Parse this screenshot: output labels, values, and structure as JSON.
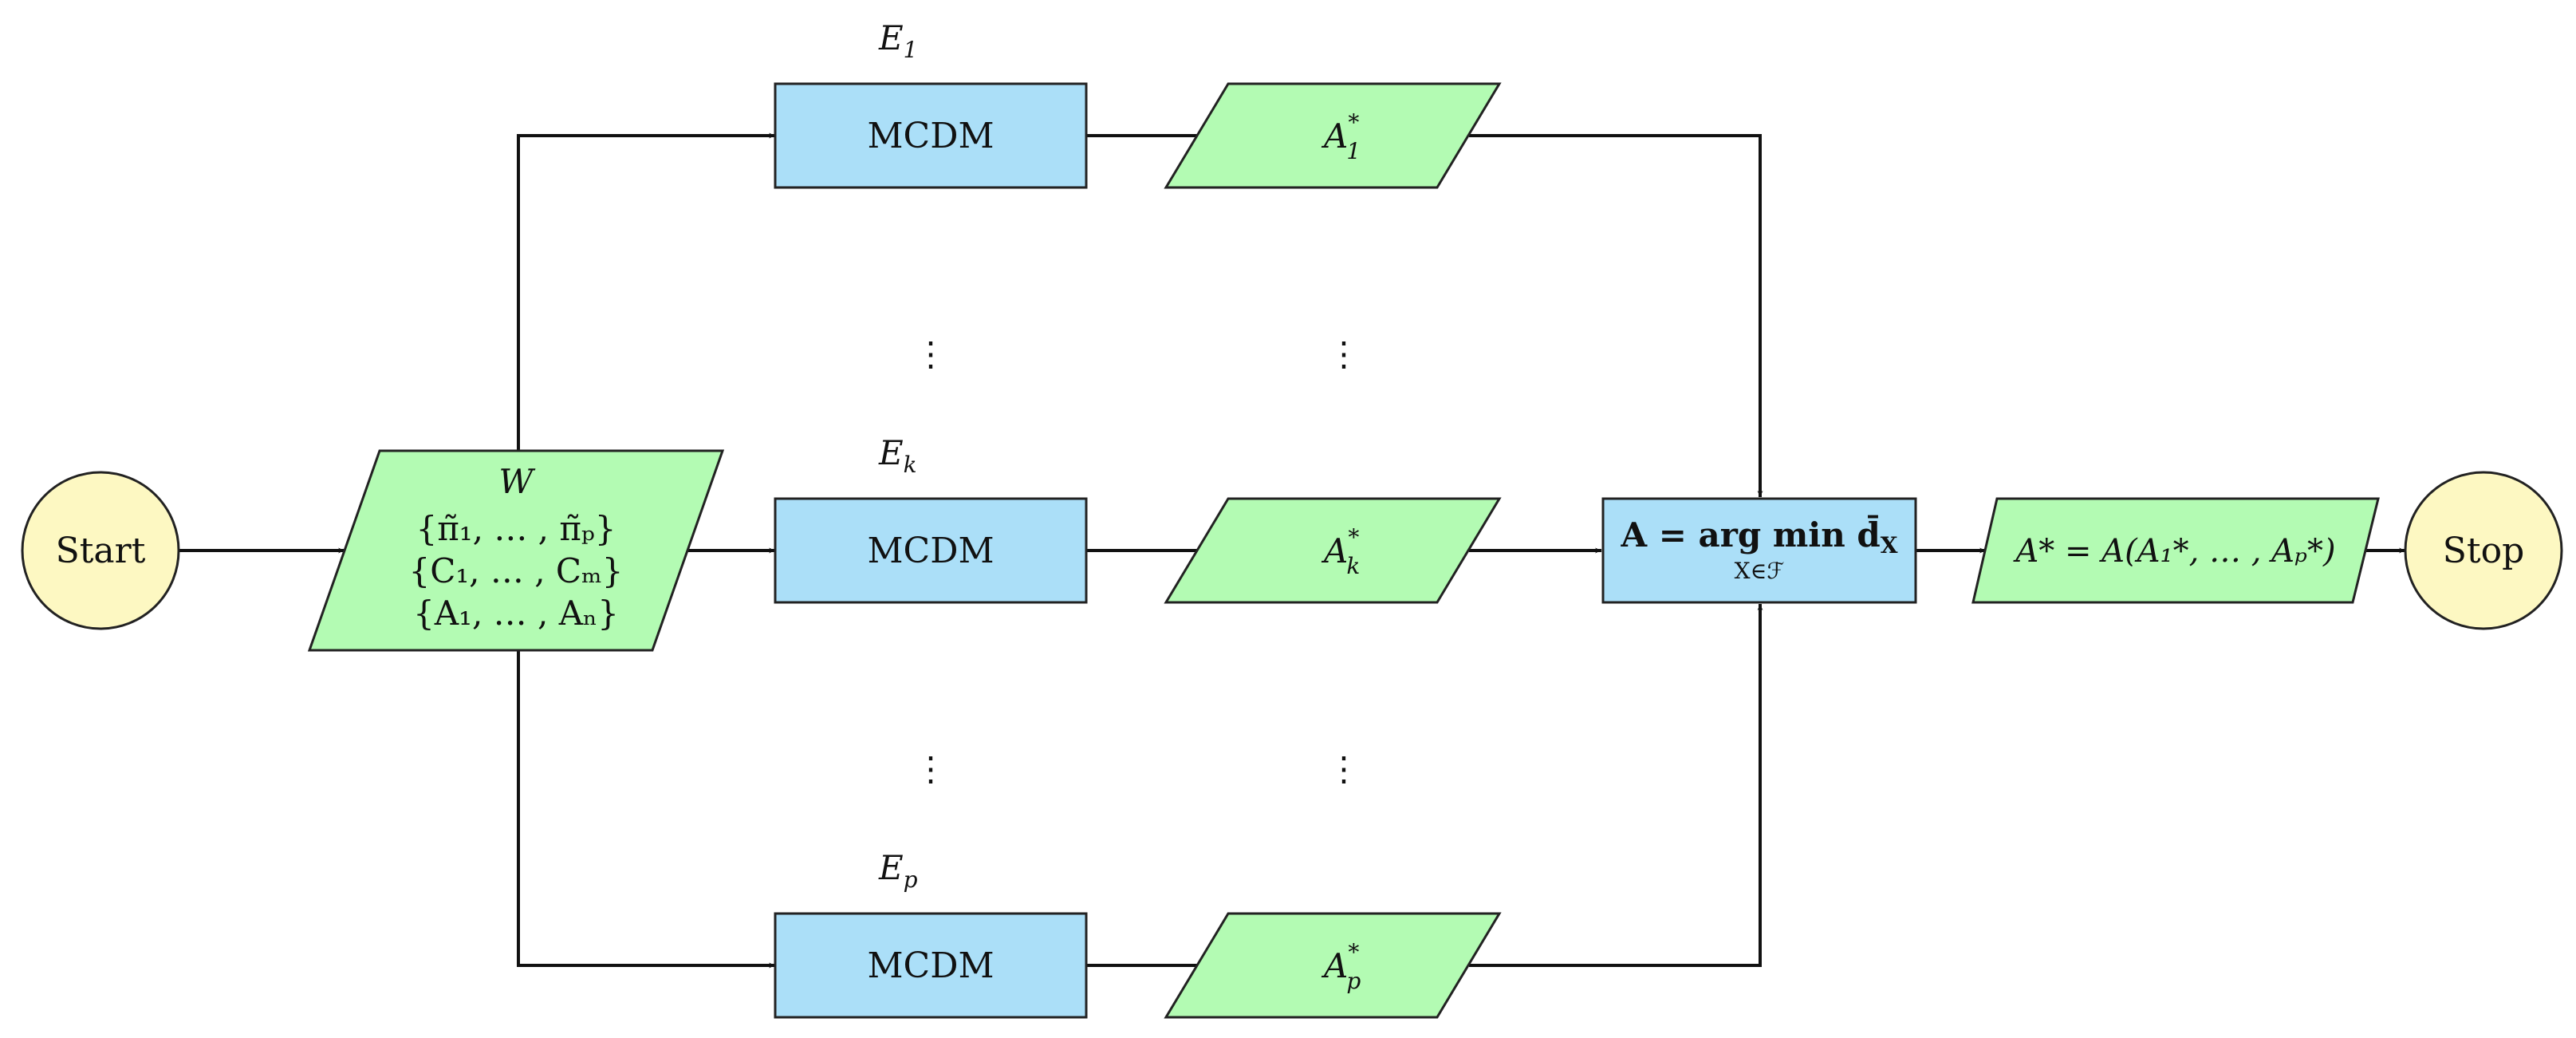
{
  "colors": {
    "terminal_fill": "#fdf8c2",
    "process_fill": "#abdff8",
    "data_fill": "#b3fbb3",
    "stroke": "#222222"
  },
  "start": {
    "label": "Start"
  },
  "stop": {
    "label": "Stop"
  },
  "input": {
    "title": "W",
    "line_pi": "{π̃₁, … , π̃ₚ}",
    "line_c": "{C₁, … , Cₘ}",
    "line_a": "{A₁, … , Aₙ}"
  },
  "branches": [
    {
      "expert": "E",
      "expert_sub": "1",
      "process": "MCDM",
      "result": "A",
      "result_sup": "*",
      "result_sub": "1"
    },
    {
      "expert": "E",
      "expert_sub": "k",
      "process": "MCDM",
      "result": "A",
      "result_sup": "*",
      "result_sub": "k"
    },
    {
      "expert": "E",
      "expert_sub": "p",
      "process": "MCDM",
      "result": "A",
      "result_sup": "*",
      "result_sub": "p"
    }
  ],
  "ellipsis": "⋮",
  "aggregation": {
    "main": "A = arg min d̄",
    "var": "X",
    "under": "X∈ℱ"
  },
  "output": {
    "text": "A* = A(A₁*, … , Aₚ*)"
  }
}
